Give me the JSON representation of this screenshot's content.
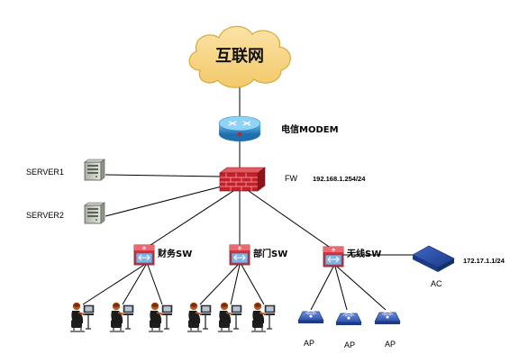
{
  "cloud": {
    "label": "互联网"
  },
  "modem": {
    "label": "电信MODEM"
  },
  "firewall": {
    "label": "FW",
    "ip": "192.168.1.254/24"
  },
  "servers": [
    {
      "label": "SERVER1"
    },
    {
      "label": "SERVER2"
    }
  ],
  "switches": {
    "finance": {
      "label": "财务SW"
    },
    "dept": {
      "label": "部门SW"
    },
    "wireless": {
      "label": "无线SW"
    }
  },
  "ac": {
    "label": "AC",
    "ip": "172.17.1.1/24"
  },
  "aps": [
    {
      "label": "AP"
    },
    {
      "label": "AP"
    },
    {
      "label": "AP"
    }
  ],
  "colors": {
    "cloud_fill": "#F9D98A",
    "cloud_stroke": "#D9A93A",
    "modem_blue": "#2E8BC8",
    "firewall_red": "#C8202A",
    "switch_red": "#D8323C",
    "switch_blue": "#5B9BD5",
    "ac_blue": "#2B4FA8",
    "line": "#000000"
  }
}
